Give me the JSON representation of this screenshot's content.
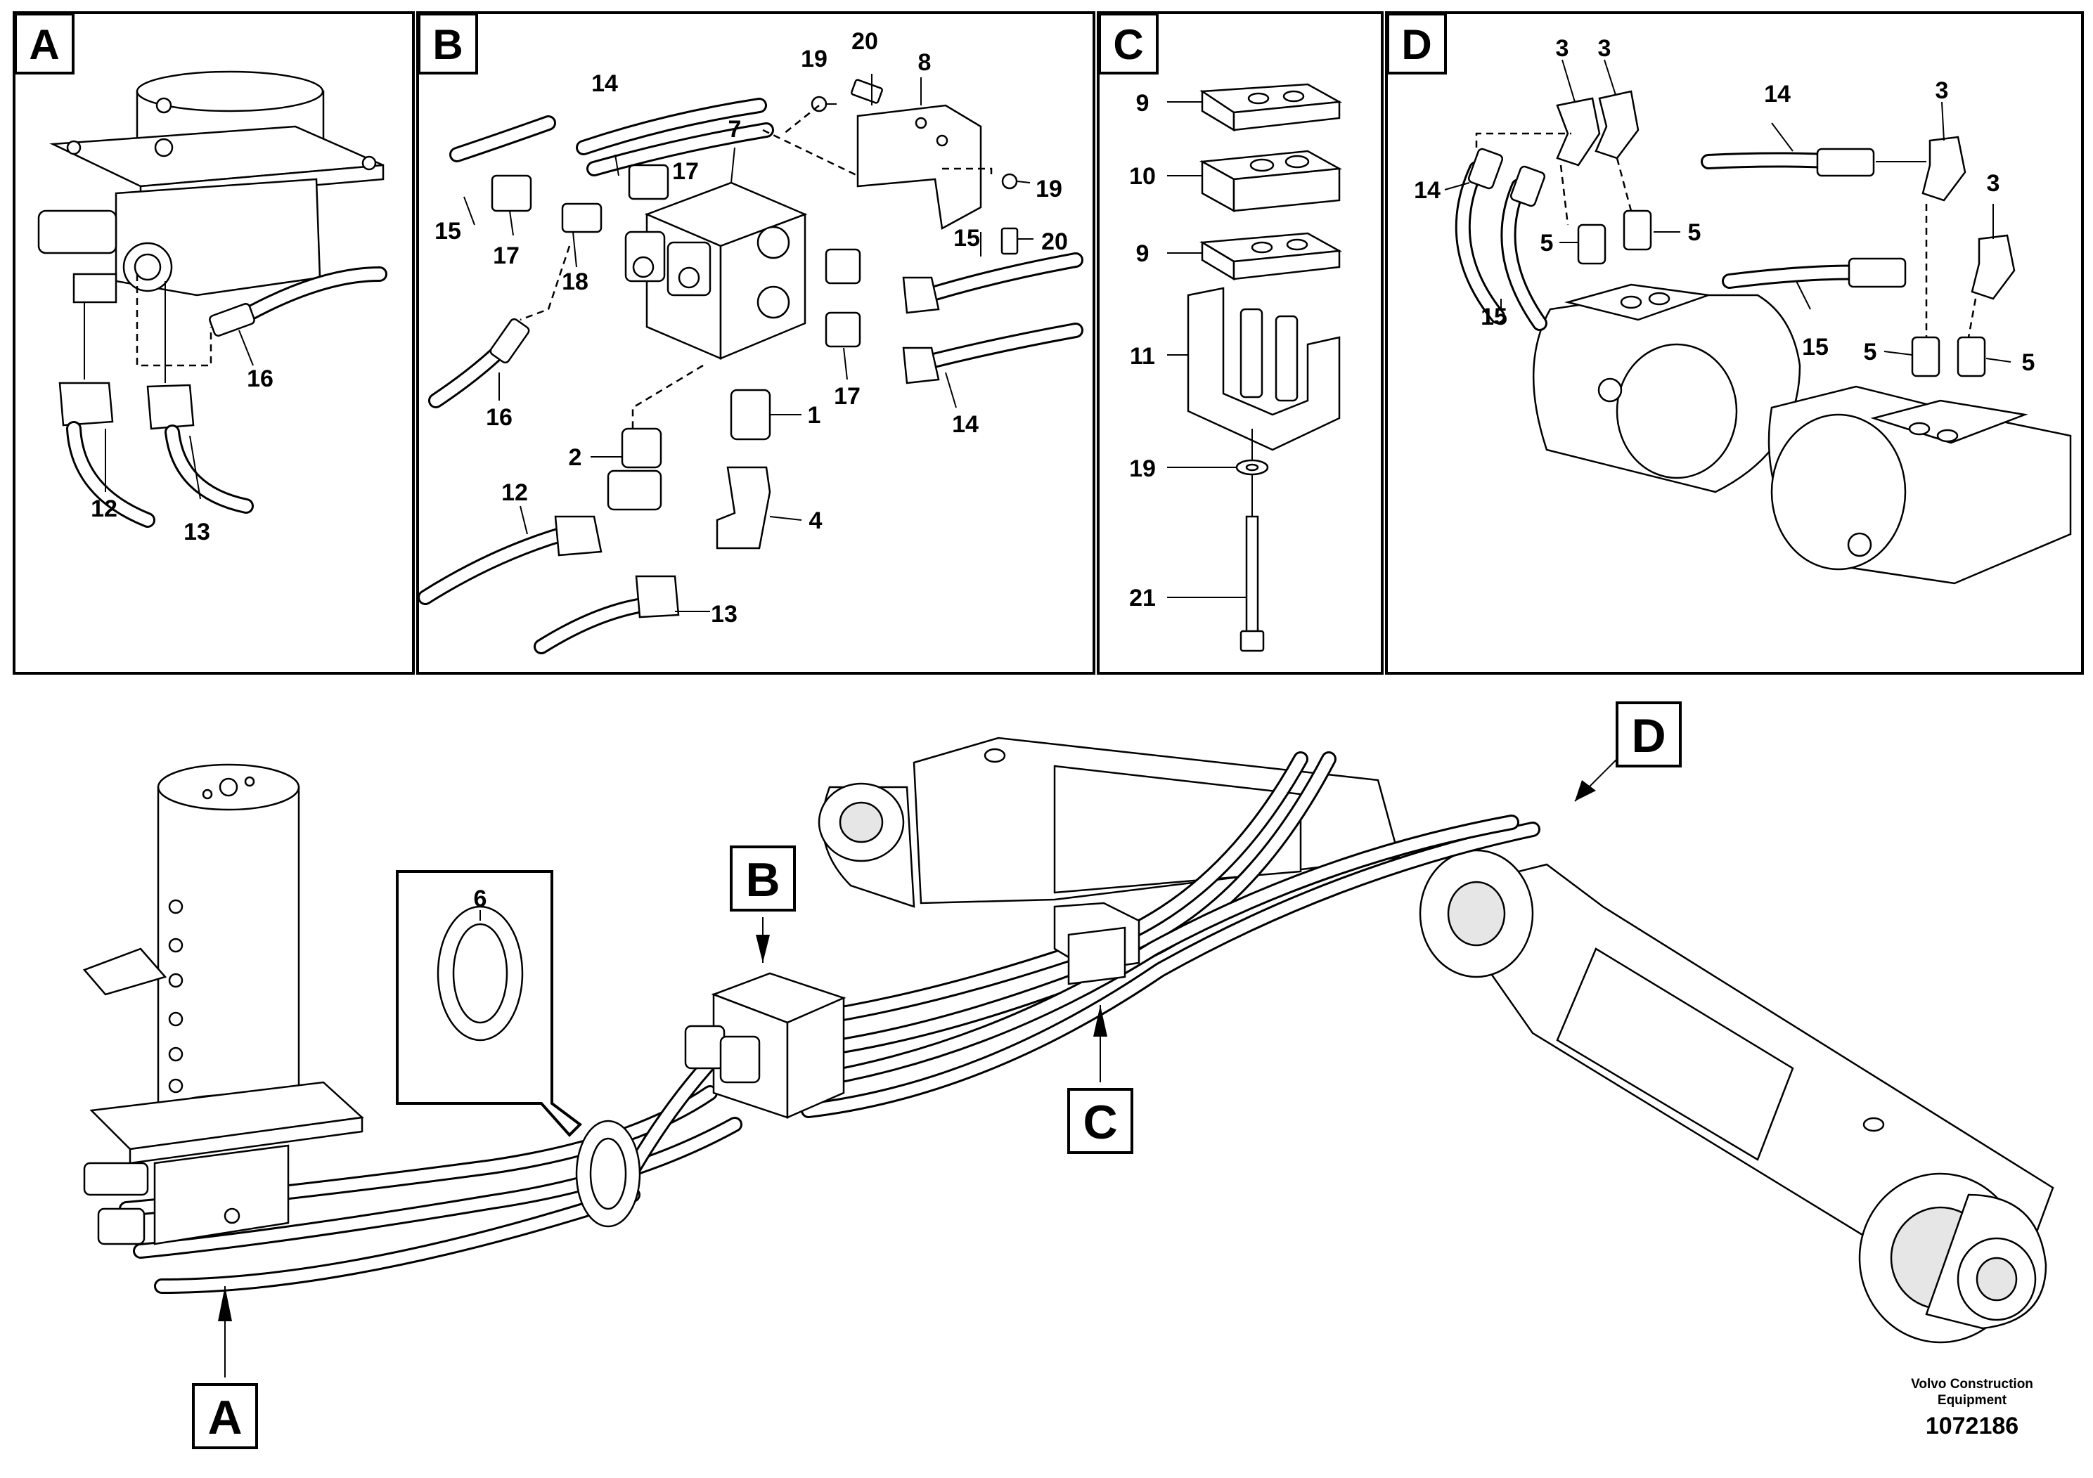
{
  "panels": [
    {
      "id": "A",
      "label": "A"
    },
    {
      "id": "B",
      "label": "B"
    },
    {
      "id": "C",
      "label": "C"
    },
    {
      "id": "D",
      "label": "D"
    }
  ],
  "panel_a": {
    "callouts": [
      "16",
      "12",
      "13"
    ]
  },
  "panel_b": {
    "callouts": [
      "14",
      "7",
      "19",
      "20",
      "8",
      "15",
      "17",
      "17",
      "18",
      "19",
      "20",
      "15",
      "17",
      "14",
      "16",
      "1",
      "2",
      "12",
      "4",
      "13"
    ]
  },
  "panel_c": {
    "callouts": [
      "9",
      "10",
      "9",
      "11",
      "19",
      "21"
    ]
  },
  "panel_d": {
    "callouts": [
      "3",
      "3",
      "14",
      "3",
      "14",
      "5",
      "5",
      "3",
      "15",
      "15",
      "5",
      "5"
    ]
  },
  "overview": {
    "detail_6": "6",
    "pointer_labels": [
      "A",
      "B",
      "C",
      "D"
    ]
  },
  "footer": {
    "brand_line1": "Volvo Construction",
    "brand_line2": "Equipment",
    "doc_number": "1072186"
  }
}
